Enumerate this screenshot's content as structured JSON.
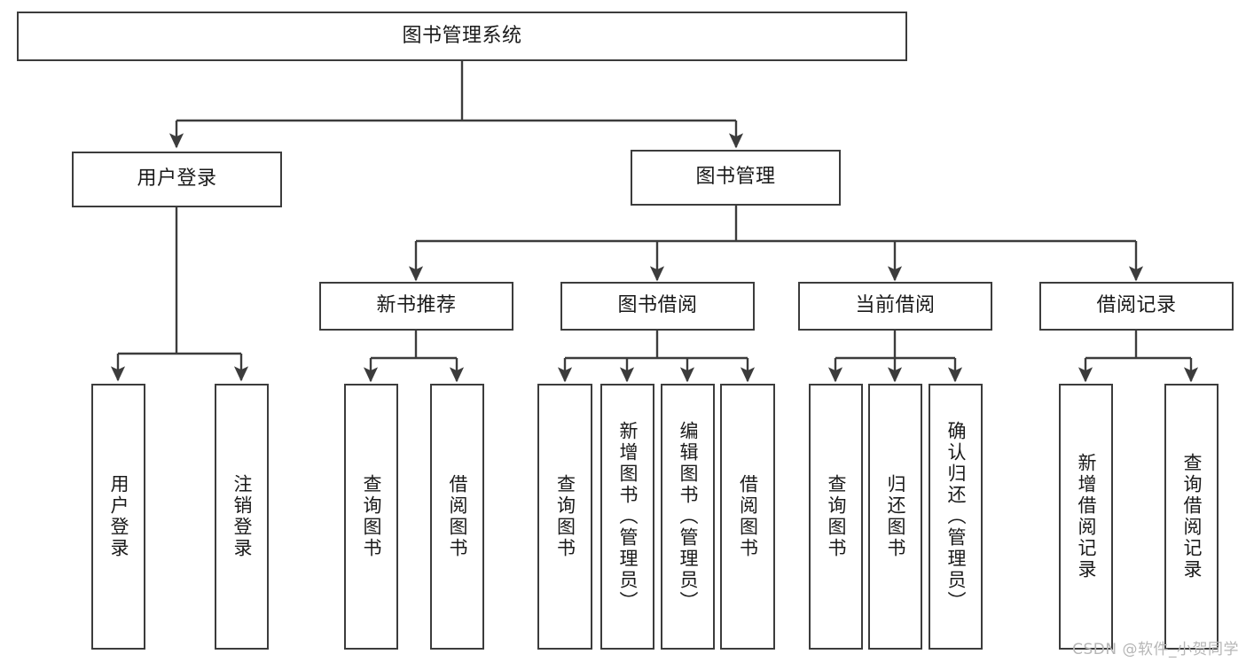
{
  "diagram": {
    "title": "图书管理系统",
    "type": "tree",
    "root": {
      "id": "root",
      "label": "图书管理系统"
    },
    "level2": [
      {
        "id": "user-login",
        "label": "用户登录"
      },
      {
        "id": "book-manage",
        "label": "图书管理"
      }
    ],
    "level3": [
      {
        "id": "new-book-recommend",
        "label": "新书推荐",
        "parent": "book-manage"
      },
      {
        "id": "book-borrow",
        "label": "图书借阅",
        "parent": "book-manage"
      },
      {
        "id": "current-borrow",
        "label": "当前借阅",
        "parent": "book-manage"
      },
      {
        "id": "borrow-record",
        "label": "借阅记录",
        "parent": "book-manage"
      }
    ],
    "leaves": {
      "user-login": [
        {
          "id": "leaf-user-login",
          "label": "用户登录"
        },
        {
          "id": "leaf-user-logout",
          "label": "注销登录"
        }
      ],
      "new-book-recommend": [
        {
          "id": "leaf-query-book-1",
          "label": "查询图书"
        },
        {
          "id": "leaf-borrow-book-1",
          "label": "借阅图书"
        }
      ],
      "book-borrow": [
        {
          "id": "leaf-query-book-2",
          "label": "查询图书"
        },
        {
          "id": "leaf-add-book",
          "label": "新增图书（管理员）"
        },
        {
          "id": "leaf-edit-book",
          "label": "编辑图书（管理员）"
        },
        {
          "id": "leaf-borrow-book-2",
          "label": "借阅图书"
        }
      ],
      "current-borrow": [
        {
          "id": "leaf-query-book-3",
          "label": "查询图书"
        },
        {
          "id": "leaf-return-book",
          "label": "归还图书"
        },
        {
          "id": "leaf-confirm-return",
          "label": "确认归还（管理员）"
        }
      ],
      "borrow-record": [
        {
          "id": "leaf-add-record",
          "label": "新增借阅记录"
        },
        {
          "id": "leaf-query-record",
          "label": "查询借阅记录"
        }
      ]
    },
    "colors": {
      "stroke": "#3c3c3c",
      "text": "#1a1a1a",
      "background": "#ffffff",
      "watermark": "#b6b6b6"
    }
  },
  "watermark": {
    "text": "CSDN @软件_小贺同学"
  }
}
